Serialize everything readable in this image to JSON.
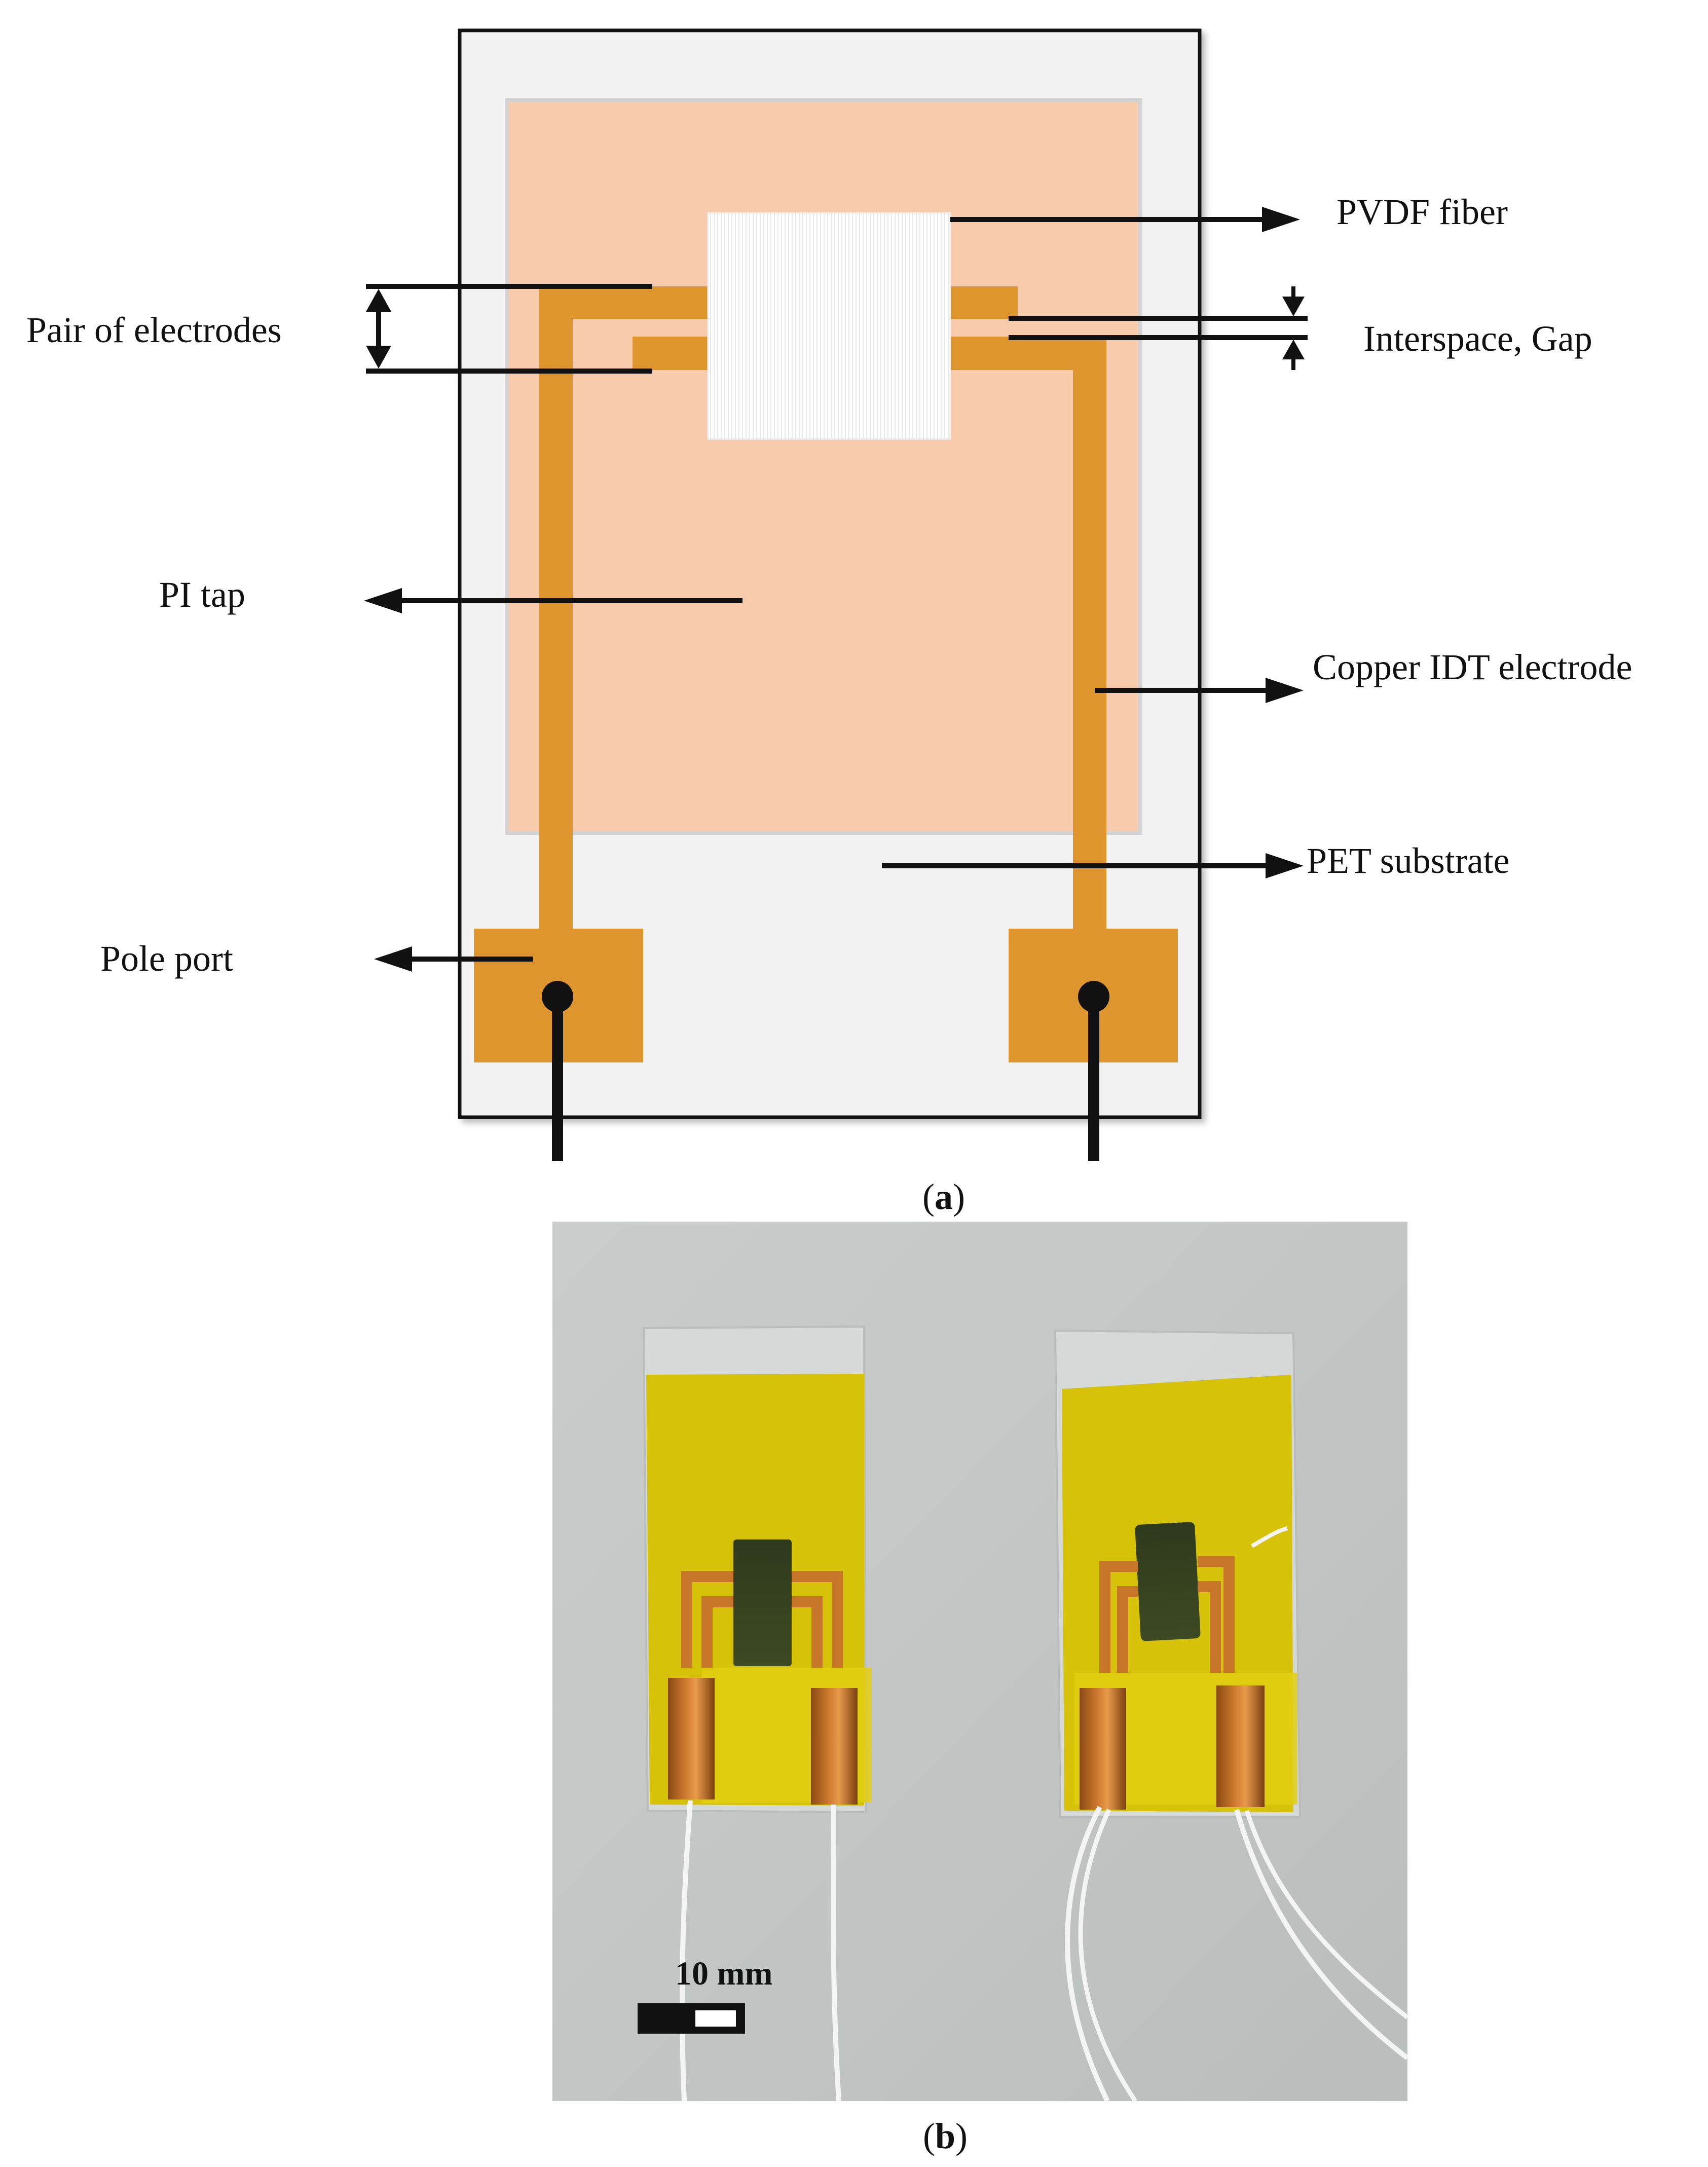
{
  "panel_a": {
    "labels": {
      "pvdf_fiber": "PVDF fiber",
      "pair_of_electrodes": "Pair of electrodes",
      "interspace_gap": "Interspace, Gap",
      "pi_tap": "PI tap",
      "copper_idt_electrode": "Copper IDT electrode",
      "pet_substrate": "PET substrate",
      "pole_port": "Pole port"
    },
    "caption": {
      "open": "(",
      "letter": "a",
      "close": ")"
    }
  },
  "panel_b": {
    "scale_bar_label": "10 mm",
    "caption": {
      "open": "(",
      "letter": "b",
      "close": ")"
    }
  },
  "colors": {
    "pet_substrate": "#f2f2f2",
    "pi_tape": "#f8cbad",
    "copper": "#de952e",
    "fiber": "#ffffff",
    "photo_background": "#c4c7c6",
    "kapton": "#d7c20a"
  }
}
